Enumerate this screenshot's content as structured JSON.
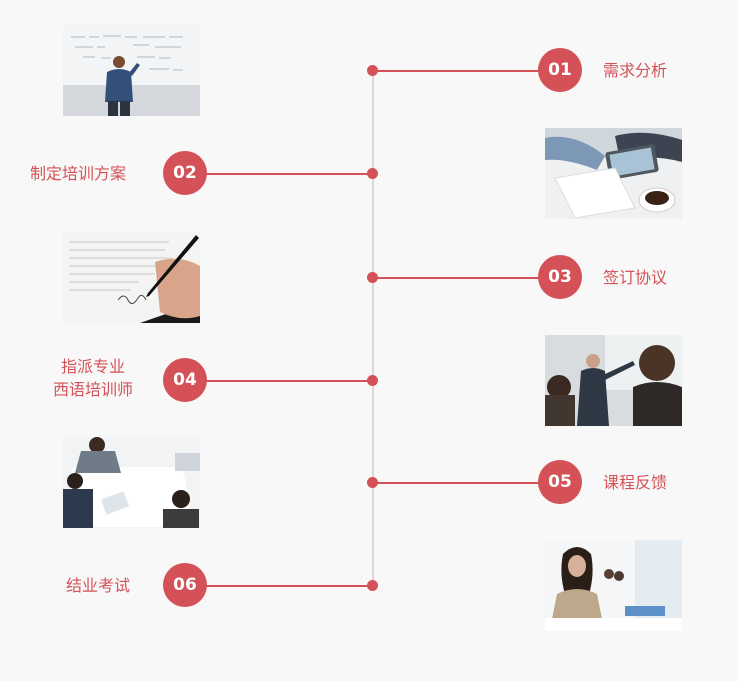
{
  "steps": [
    {
      "num": "01",
      "label": "需求分析"
    },
    {
      "num": "02",
      "label": "制定培训方案"
    },
    {
      "num": "03",
      "label": "签订协议"
    },
    {
      "num": "04",
      "label_line1": "指派专业",
      "label_line2": "西语培训师"
    },
    {
      "num": "05",
      "label": "课程反馈"
    },
    {
      "num": "06",
      "label": "结业考试"
    }
  ],
  "colors": {
    "accent": "#d45257",
    "line": "#d8d8d8",
    "background": "#f8f8f8"
  }
}
